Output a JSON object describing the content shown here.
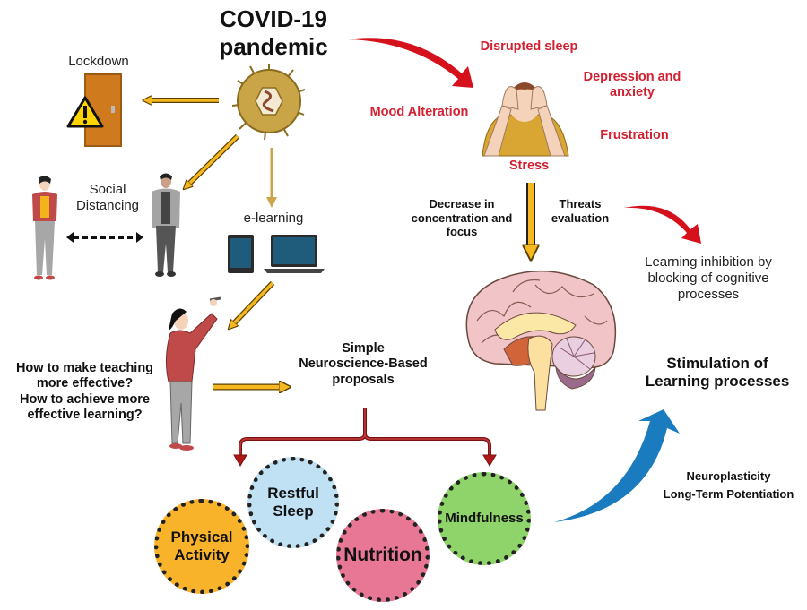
{
  "title": {
    "line1": "COVID-19",
    "line2": "pandemic"
  },
  "consequences": {
    "lockdown": "Lockdown",
    "social_distancing": [
      "Social",
      "Distancing"
    ],
    "elearning": "e-learning"
  },
  "stress_effects": {
    "disrupted_sleep": "Disrupted sleep",
    "depression": [
      "Depression and",
      "anxiety"
    ],
    "mood": "Mood Alteration",
    "frustration": "Frustration",
    "stress": "Stress"
  },
  "brain_effects": {
    "decrease": [
      "Decrease in",
      "concentration and",
      "focus"
    ],
    "threats": [
      "Threats",
      "evaluation"
    ],
    "inhibition": [
      "Learning inhibition by",
      "blocking of cognitive",
      "processes"
    ]
  },
  "questions": [
    "How to make teaching",
    "more effective?",
    "How to achieve more",
    "effective learning?"
  ],
  "proposals_title": [
    "Simple",
    "Neuroscience-Based",
    "proposals"
  ],
  "proposals": [
    {
      "label": [
        "Physical",
        "Activity"
      ],
      "color": "#f9b32a"
    },
    {
      "label": [
        "Restful",
        "Sleep"
      ],
      "color": "#bfe1f3"
    },
    {
      "label": [
        "Nutrition"
      ],
      "color": "#e87795"
    },
    {
      "label": [
        "Mindfulness"
      ],
      "color": "#8fd46a"
    }
  ],
  "outcome": {
    "title": [
      "Stimulation of",
      "Learning processes"
    ],
    "mechanisms": [
      "Neuroplasticity",
      "Long-Term Potentiation"
    ]
  },
  "colors": {
    "arrow_yellow": "#f5b820",
    "arrow_red": "#d5121c",
    "arrow_blue": "#1a7bbf",
    "bracket": "#a01c1c",
    "virus": "#c9a548"
  }
}
